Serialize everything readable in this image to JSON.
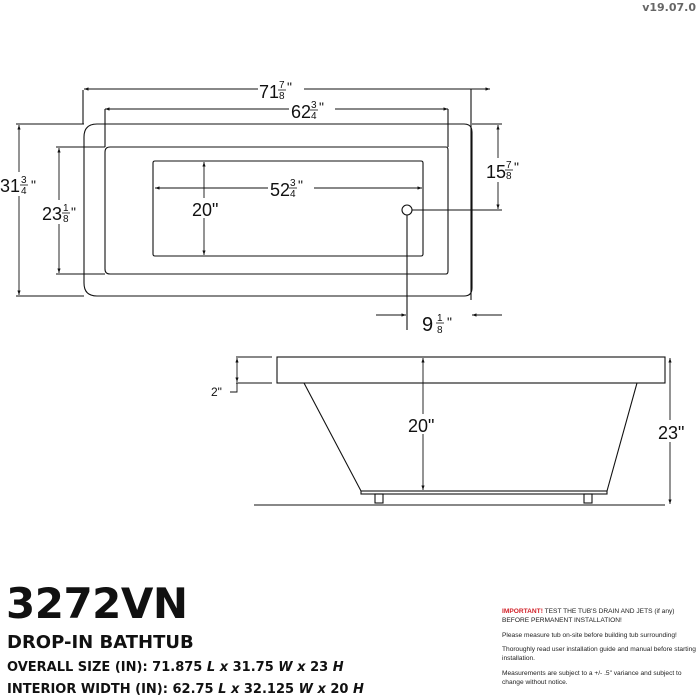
{
  "version": "v19.07.0",
  "product": {
    "model": "3272VN",
    "type": "DROP-IN BATHTUB",
    "overall_size": {
      "label": "OVERALL SIZE (IN):",
      "length": "71.875",
      "length_unit": "L",
      "width": "31.75",
      "width_unit": "W",
      "height": "23",
      "height_unit": "H",
      "sep": "x"
    },
    "interior_width": {
      "label": "INTERIOR WIDTH (IN):",
      "length": "62.75",
      "length_unit": "L",
      "width": "32.125",
      "width_unit": "W",
      "height": "20",
      "height_unit": "H",
      "sep": "x"
    }
  },
  "notes": {
    "important_label": "IMPORTANT!",
    "important_text": " TEST THE TUB'S DRAIN AND JETS (if any) BEFORE PERMANENT INSTALLATION!",
    "note1": "Please measure tub on-site before building tub surrounding!",
    "note2": "Thoroughly read user installation guide and manual before starting installation.",
    "note3": "Measurements are subject to a +/- .5\" variance and subject to change without notice."
  },
  "top_view": {
    "overall_length": {
      "whole": "71",
      "num": "7",
      "den": "8"
    },
    "interior_length": {
      "whole": "62",
      "num": "3",
      "den": "4"
    },
    "bottom_length": {
      "whole": "52",
      "num": "3",
      "den": "4"
    },
    "overall_width": {
      "whole": "31",
      "num": "3",
      "den": "4"
    },
    "interior_width": {
      "whole": "23",
      "num": "1",
      "den": "8"
    },
    "bottom_width": "20\"",
    "drain_from_side": {
      "whole": "15",
      "num": "7",
      "den": "8"
    },
    "drain_from_end": {
      "whole": "9",
      "num": "1",
      "den": "8"
    },
    "inch_mark": "\""
  },
  "side_view": {
    "rim_thickness": "2\"",
    "interior_depth": "20\"",
    "overall_height": "23\""
  }
}
